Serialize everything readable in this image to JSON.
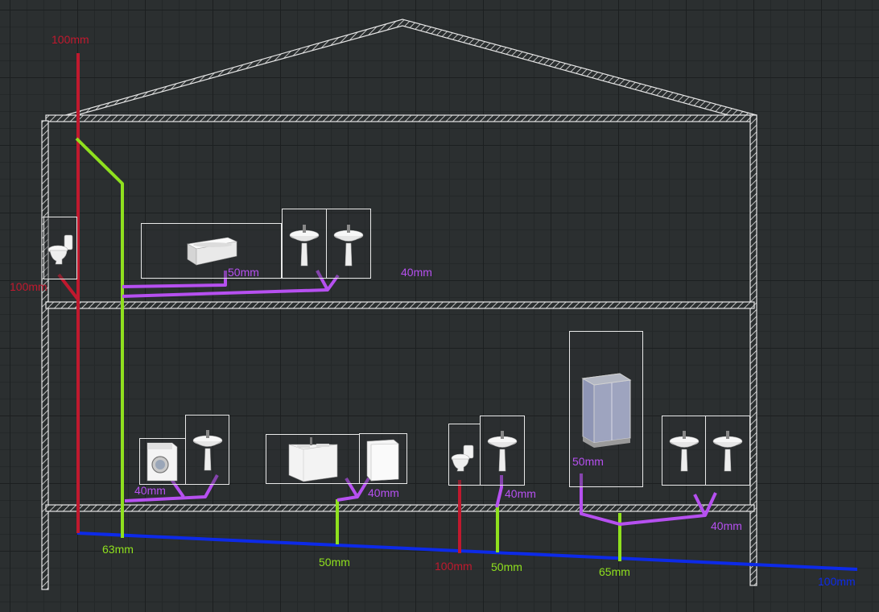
{
  "colors": {
    "background": "#2b2f30",
    "wall": "#e6e6e6",
    "soil_stack": "#c0192e",
    "vent_branch": "#8fe01e",
    "waste_branch": "#b650f0",
    "main_sewer": "#0d2ae8"
  },
  "labels": {
    "stack_top": "100mm",
    "upper_toilet": "100mm",
    "upper_bath": "50mm",
    "upper_basins": "40mm",
    "washer": "40mm",
    "base_vent": "63mm",
    "kitchen_sink": "40mm",
    "kitchen_drop": "50mm",
    "toilet_drop": "100mm",
    "basin_branch": "40mm",
    "basin_drop": "50mm",
    "shower": "50mm",
    "shower_drop": "65mm",
    "double_basin": "40mm",
    "sewer_out": "100mm"
  },
  "fixtures": {
    "upper_toilet": "toilet-icon",
    "upper_bath": "bathtub-icon",
    "upper_basin_1": "basin-icon",
    "upper_basin_2": "basin-icon",
    "washing_machine": "washing-machine-icon",
    "laundry_basin": "basin-icon",
    "kitchen_sink": "kitchen-sink-icon",
    "dishwasher": "dishwasher-icon",
    "lower_toilet": "toilet-icon",
    "lower_basin": "basin-icon",
    "shower_cabin": "shower-cabin-icon",
    "double_basin_1": "basin-icon",
    "double_basin_2": "basin-icon"
  }
}
